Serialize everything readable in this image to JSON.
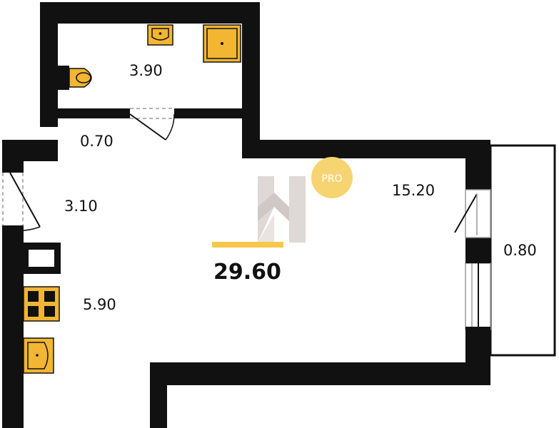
{
  "floor_plan": {
    "total_area": "29.60",
    "badge": "PRO",
    "rooms": {
      "bathroom": "3.90",
      "corridor": "0.70",
      "hallway": "3.10",
      "living_room": "15.20",
      "kitchen": "5.90",
      "balcony": "0.80"
    }
  },
  "colors": {
    "wall": "#111111",
    "fixture": "#f2b632",
    "accent_bar": "#f7c84a",
    "badge": "#f7d472",
    "logo": "#d9d2cf",
    "door_frame": "#9a9a9a",
    "background": "#ffffff"
  }
}
